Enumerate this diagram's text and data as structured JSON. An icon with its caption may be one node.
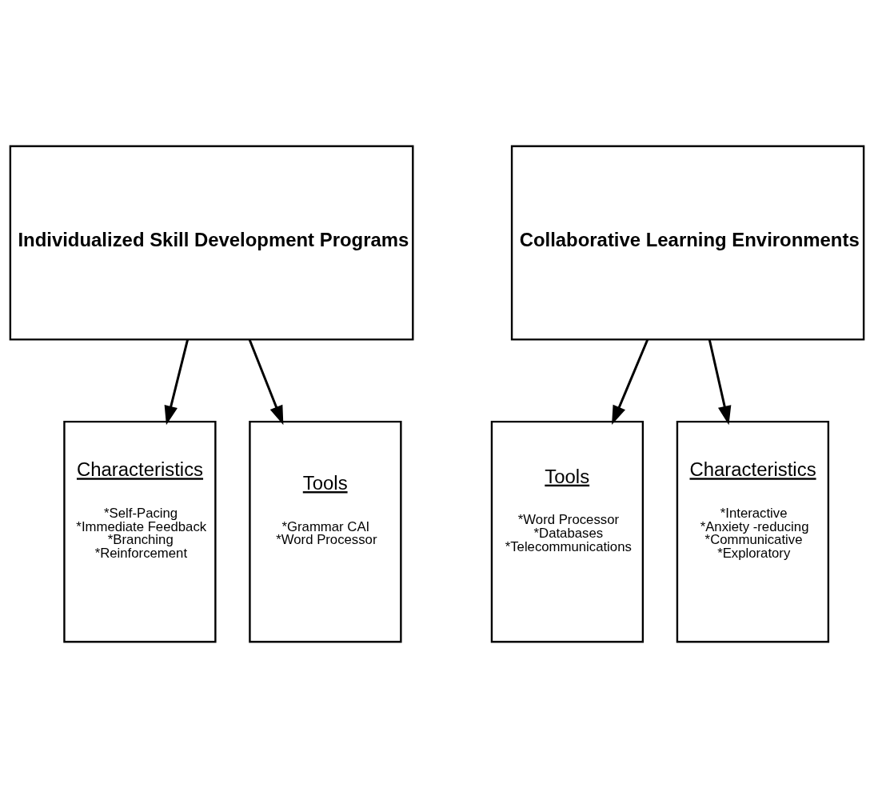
{
  "diagram": {
    "nodes": [
      {
        "text": [
          "Individualized Skill Development Programs"
        ]
      },
      {
        "text": [
          "Collaborative Learning Environments"
        ]
      },
      {
        "text": [
          "Characteristics",
          "*Self-Pacing",
          "*Immediate Feedback",
          "*Branching",
          "*Reinforcement"
        ]
      },
      {
        "text": [
          "Tools",
          "*Grammar CAI",
          "*Word Processor"
        ]
      },
      {
        "text": [
          "Tools",
          "*Word Processor",
          "*Databases",
          "*Telecommunications"
        ]
      },
      {
        "text": [
          "Characteristics",
          "*Interactive",
          "*Anxiety -reducing",
          "*Communicative",
          "*Exploratory"
        ]
      }
    ],
    "edges": [
      {
        "from": 0,
        "to": 2,
        "arrow": "to"
      },
      {
        "from": 0,
        "to": 3,
        "arrow": "to"
      },
      {
        "from": 1,
        "to": 4,
        "arrow": "to"
      },
      {
        "from": 1,
        "to": 5,
        "arrow": "to"
      }
    ]
  }
}
